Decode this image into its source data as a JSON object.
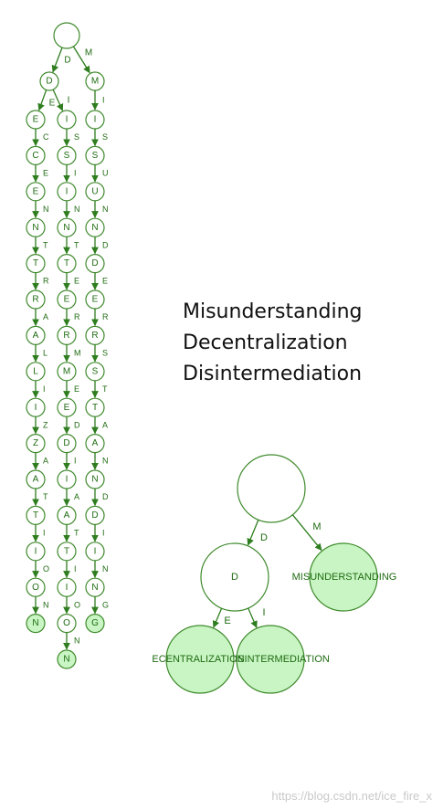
{
  "words": [
    "Misunderstanding",
    "Decentralization",
    "Disintermediation"
  ],
  "watermark": "https://blog.csdn.net/ice_fire_x",
  "colors": {
    "edge": "#2e7d1e",
    "node_stroke": "#3f8a2c",
    "node_fill": "#ffffff",
    "leaf_fill": "#c8f5c3",
    "label": "#1f6b12"
  },
  "trie_full": {
    "root": "",
    "chains": [
      {
        "edge": "D",
        "nodes": [
          "D"
        ]
      },
      {
        "edge": "E",
        "parent": "D",
        "nodes": [
          "E",
          "C",
          "E",
          "N",
          "T",
          "R",
          "A",
          "L",
          "I",
          "Z",
          "A",
          "T",
          "I",
          "O",
          "N"
        ],
        "edges": [
          "E",
          "C",
          "E",
          "N",
          "T",
          "R",
          "A",
          "L",
          "I",
          "Z",
          "A",
          "T",
          "I",
          "O",
          "N"
        ]
      },
      {
        "edge": "I",
        "parent": "D",
        "nodes": [
          "I",
          "S",
          "I",
          "N",
          "T",
          "E",
          "R",
          "M",
          "E",
          "D",
          "I",
          "A",
          "T",
          "I",
          "O",
          "N"
        ],
        "edges": [
          "I",
          "S",
          "I",
          "N",
          "T",
          "E",
          "R",
          "M",
          "E",
          "D",
          "I",
          "A",
          "T",
          "I",
          "O",
          "N"
        ]
      },
      {
        "edge": "M",
        "nodes": [
          "M",
          "I",
          "S",
          "U",
          "N",
          "D",
          "E",
          "R",
          "S",
          "T",
          "A",
          "N",
          "D",
          "I",
          "N",
          "G"
        ],
        "edges": [
          "M",
          "I",
          "S",
          "U",
          "N",
          "D",
          "E",
          "R",
          "S",
          "T",
          "A",
          "N",
          "D",
          "I",
          "N",
          "G"
        ]
      }
    ]
  },
  "trie_compressed": {
    "root": "",
    "nodes": [
      {
        "label": "D",
        "edge": "D",
        "leaf": false
      },
      {
        "label": "MISUNDERSTANDING",
        "edge": "M",
        "leaf": true
      },
      {
        "label": "ECENTRALIZATION",
        "edge": "E",
        "leaf": true
      },
      {
        "label": "ISINTERMEDIATION",
        "edge": "I",
        "leaf": true
      }
    ]
  }
}
